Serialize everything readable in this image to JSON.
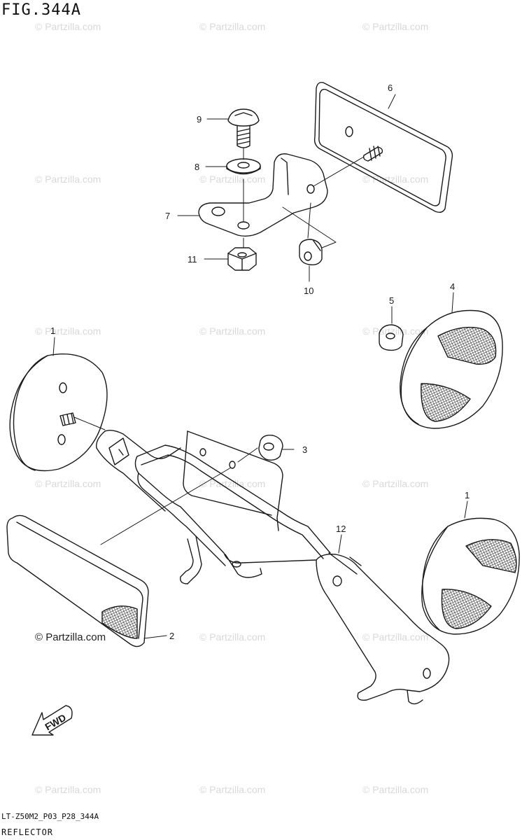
{
  "figure": {
    "title": "FIG.344A",
    "code": "LT-Z50M2_P03_P28_344A",
    "caption": "REFLECTOR"
  },
  "watermark": "© Partzilla.com",
  "parts": [
    {
      "number": "1"
    },
    {
      "number": "1"
    },
    {
      "number": "2"
    },
    {
      "number": "3"
    },
    {
      "number": "4"
    },
    {
      "number": "5"
    },
    {
      "number": "6"
    },
    {
      "number": "7"
    },
    {
      "number": "8"
    },
    {
      "number": "9"
    },
    {
      "number": "10"
    },
    {
      "number": "11"
    },
    {
      "number": "12"
    }
  ],
  "fwd_label": "FWD",
  "colors": {
    "line": "#1a1a1a",
    "watermark": "#d9d9d9"
  }
}
